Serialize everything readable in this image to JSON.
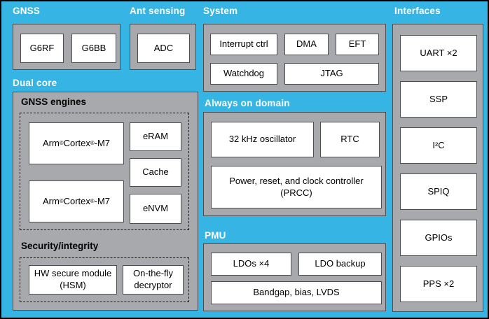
{
  "colors": {
    "background": "#36b4e4",
    "block_fill": "#a7a9ac",
    "box_fill": "#ffffff",
    "border": "#4d4d4f",
    "section_label_text": "#ffffff",
    "box_text": "#000000"
  },
  "sections": {
    "gnss": {
      "label": "GNSS",
      "boxes": [
        "G6RF",
        "G6BB"
      ]
    },
    "ant_sensing": {
      "label": "Ant sensing",
      "boxes": [
        "ADC"
      ]
    },
    "system": {
      "label": "System",
      "boxes": [
        "Interrupt ctrl",
        "DMA",
        "EFT",
        "Watchdog",
        "JTAG"
      ]
    },
    "interfaces": {
      "label": "Interfaces",
      "boxes": [
        "UART ×2",
        "SSP",
        "I²C",
        "SPIQ",
        "GPIOs",
        "PPS ×2"
      ]
    },
    "dual_core": {
      "label": "Dual core",
      "gnss_engines": {
        "label": "GNSS engines",
        "cores": [
          "Arm® Cortex®-M7",
          "Arm® Cortex®-M7"
        ],
        "memories": [
          "eRAM",
          "Cache",
          "eNVM"
        ]
      },
      "security": {
        "label": "Security/integrity",
        "boxes": [
          "HW secure module (HSM)",
          "On-the-fly decryptor"
        ]
      }
    },
    "always_on": {
      "label": "Always on domain",
      "boxes": [
        "32 kHz oscillator",
        "RTC",
        "Power, reset, and clock controller (PRCC)"
      ]
    },
    "pmu": {
      "label": "PMU",
      "boxes": [
        "LDOs ×4",
        "LDO backup",
        "Bandgap, bias, LVDS"
      ]
    }
  }
}
